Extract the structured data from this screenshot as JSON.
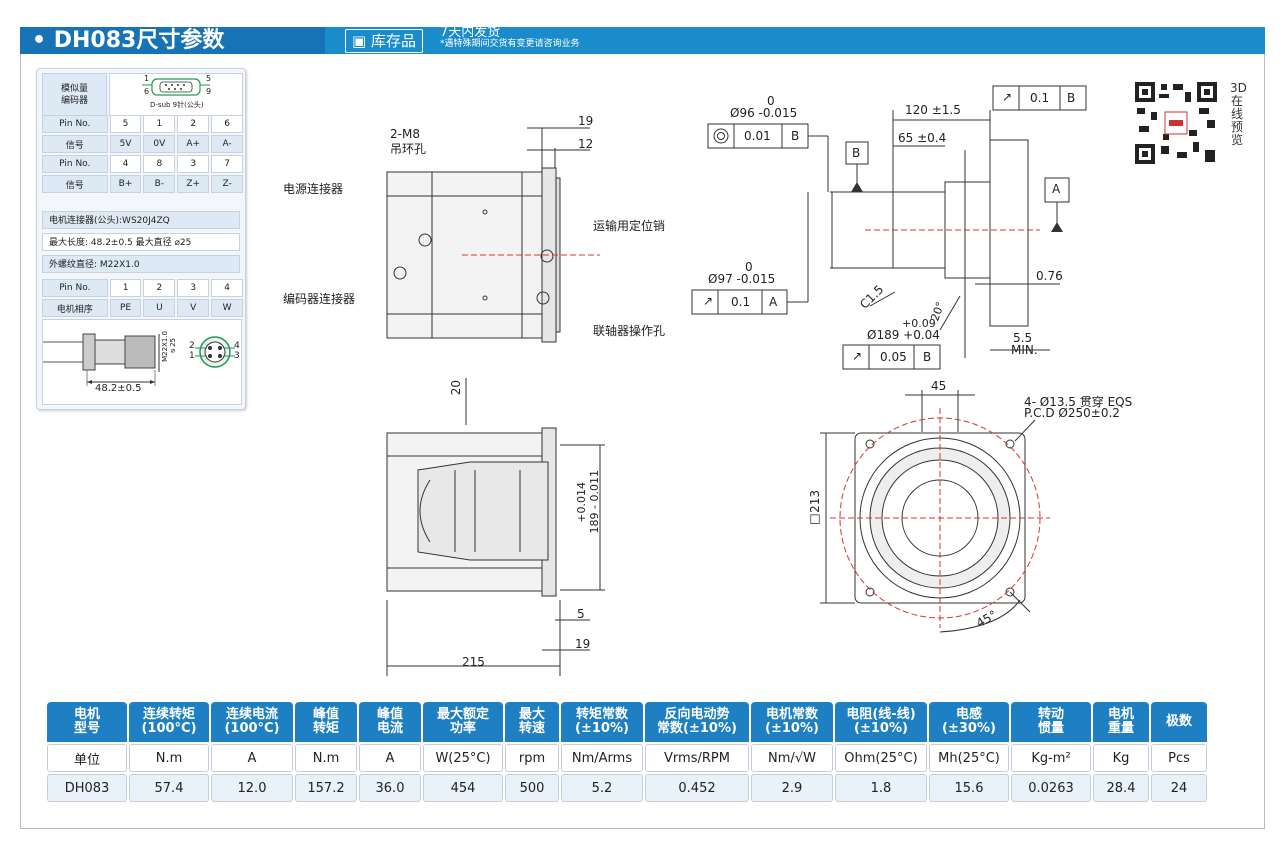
{
  "header": {
    "title": "• DH083尺寸参数",
    "stock_badge": "库存品",
    "ship_main": "7天内发货",
    "ship_note": "*遇特殊期间交货有变更请咨询业务"
  },
  "encoder": {
    "label": "模似量\n编码器",
    "connector_note": "D-sub 9针(公头)",
    "pin_top_left": "1",
    "pin_top_right": "5",
    "pin_bottom_left": "6",
    "pin_bottom_right": "9",
    "rows": [
      [
        "Pin No.",
        "5",
        "1",
        "2",
        "6"
      ],
      [
        "信号",
        "5V",
        "0V",
        "A+",
        "A-"
      ],
      [
        "Pin No.",
        "4",
        "8",
        "3",
        "7"
      ],
      [
        "信号",
        "B+",
        "B-",
        "Z+",
        "Z-"
      ]
    ]
  },
  "motor_connector": {
    "model": "电机连接器(公头):WS20J4ZQ",
    "size": "最大长度: 48.2±0.5   最大直径 ⌀25",
    "thread": "外螺纹直径:  M22X1.0",
    "rows": [
      [
        "Pin No.",
        "1",
        "2",
        "3",
        "4"
      ],
      [
        "电机相序",
        "PE",
        "U",
        "V",
        "W"
      ]
    ],
    "dim_length": "48.2±0.5",
    "dim_thread": "M22X1.0",
    "dim_dia": "⌀25",
    "pins": [
      "1",
      "2",
      "3",
      "4"
    ]
  },
  "drawing_labels": {
    "power_conn": "电源连接器",
    "encoder_conn": "编码器连接器",
    "lift_hole_1": "2-M8",
    "lift_hole_2": "吊环孔",
    "transport_pin": "运输用定位销",
    "coupling_hole": "联轴器操作孔",
    "d19_top": "19",
    "d12": "12",
    "d20": "20",
    "d5": "5",
    "d19_bot": "19",
    "d215": "215",
    "d189_tol": "+0.014",
    "d189": "189 - 0.011",
    "phi96_up": "0",
    "phi96": "Ø96 -0.015",
    "phi97_up": "0",
    "phi97": "Ø97 -0.015",
    "tol_001": "0.01",
    "datum_b": "B",
    "datum_a": "A",
    "tol_01a": "0.1",
    "tol_01b": "0.1",
    "d120": "120 ±1.5",
    "d65": "65 ±0.4",
    "d076": "0.76",
    "c15": "C1.5",
    "ang20": "20°",
    "phi189_tol1": "+0.09",
    "phi189": "Ø189 +0.04",
    "tol_005": "0.05",
    "d55": "5.5",
    "min": "MIN.",
    "d45": "45",
    "holes_1": "4- Ø13.5 贯穿 EQS",
    "holes_2": "P.C.D  Ø250±0.2",
    "sq213": "□213",
    "ang45": "45°"
  },
  "qr_side": "3D在线预览",
  "spec_table": {
    "headers": [
      "电机\n型号",
      "连续转矩\n(100°C)",
      "连续电流\n(100°C)",
      "峰值\n转矩",
      "峰值\n电流",
      "最大额定\n功率",
      "最大\n转速",
      "转矩常数\n(±10%)",
      "反向电动势\n常数(±10%)",
      "电机常数\n(±10%)",
      "电阻(线-线)\n(±10%)",
      "电感\n(±30%)",
      "转动\n惯量",
      "电机\n重量",
      "极数"
    ],
    "units": [
      "单位",
      "N.m",
      "A",
      "N.m",
      "A",
      "W(25°C)",
      "rpm",
      "Nm/Arms",
      "Vrms/RPM",
      "Nm/√W",
      "Ohm(25°C)",
      "Mh(25°C)",
      "Kg-m²",
      "Kg",
      "Pcs"
    ],
    "values": [
      "DH083",
      "57.4",
      "12.0",
      "157.2",
      "36.0",
      "454",
      "500",
      "5.2",
      "0.452",
      "2.9",
      "1.8",
      "15.6",
      "0.0263",
      "28.4",
      "24"
    ]
  },
  "colors": {
    "brand_blue": "#1a8ccc",
    "title_blue": "#1673b5",
    "header_blue": "#1e7fc2",
    "center_red": "#d33"
  }
}
